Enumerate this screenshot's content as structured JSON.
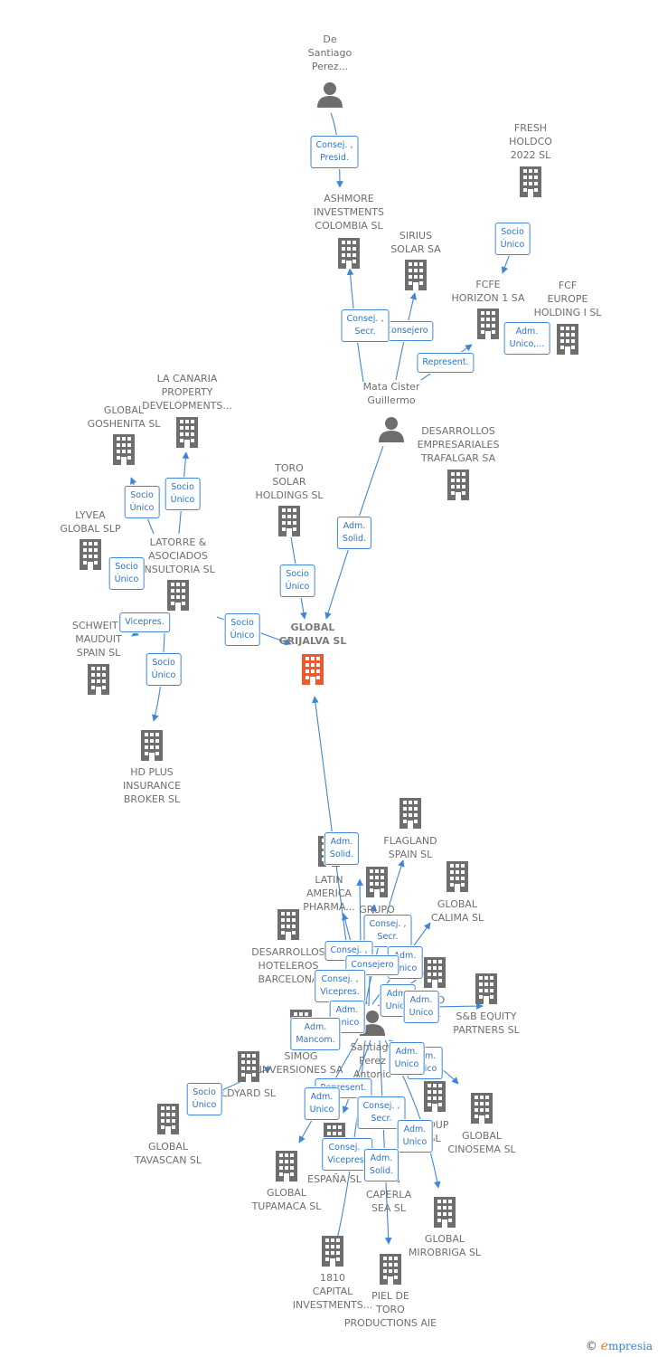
{
  "colors": {
    "edge": "#3f86d6",
    "node": "#6e6e6e",
    "focus": "#ee5a2e"
  },
  "brand": {
    "copyright": "©",
    "initial": "e",
    "text": "mpresia"
  },
  "nodes": [
    {
      "id": "desantiago",
      "label": "De\nSantiago\nPerez...",
      "kind": "person"
    },
    {
      "id": "ashmore",
      "label": "ASHMORE\nINVESTMENTS\nCOLOMBIA SL",
      "kind": "company"
    },
    {
      "id": "fresh",
      "label": "FRESH\nHOLDCO\n2022  SL",
      "kind": "company"
    },
    {
      "id": "sirius",
      "label": "SIRIUS\nSOLAR SA",
      "kind": "company"
    },
    {
      "id": "fcfeh",
      "label": "FCFE\nHORIZON 1 SA",
      "kind": "company"
    },
    {
      "id": "fcfeu",
      "label": "FCF\nEUROPE\nHOLDING I  SL",
      "kind": "company"
    },
    {
      "id": "mata",
      "label": "Mata Cister\nGuillermo",
      "kind": "person"
    },
    {
      "id": "desemp",
      "label": "DESARROLLOS\nEMPRESARIALES\nTRAFALGAR SA",
      "kind": "company"
    },
    {
      "id": "canaria",
      "label": "LA CANARIA\nPROPERTY\nDEVELOPMENTS...",
      "kind": "company"
    },
    {
      "id": "goshenita",
      "label": "GLOBAL\nGOSHENITA SL",
      "kind": "company"
    },
    {
      "id": "lyvea",
      "label": "LYVEA\nGLOBAL  SLP",
      "kind": "company"
    },
    {
      "id": "latorre",
      "label": "LATORRE &\nASOCIADOS\nINSULTORIA SL",
      "kind": "company"
    },
    {
      "id": "toro",
      "label": "TORO\nSOLAR\nHOLDINGS  SL",
      "kind": "company"
    },
    {
      "id": "grijalva",
      "label": "GLOBAL\nGRIJALVA  SL",
      "kind": "focus"
    },
    {
      "id": "schweitz",
      "label": "SCHWEITZ\nMAUDUIT\nSPAIN SL",
      "kind": "company"
    },
    {
      "id": "hdplus",
      "label": "HD PLUS\nINSURANCE\nBROKER  SL",
      "kind": "company"
    },
    {
      "id": "flagland",
      "label": "FLAGLAND\nSPAIN SL",
      "kind": "company"
    },
    {
      "id": "latin",
      "label": "LATIN\nAMERICA\nPHARMA...",
      "kind": "company"
    },
    {
      "id": "grupobio",
      "label": "GRUPO\nBIO",
      "kind": "company"
    },
    {
      "id": "calima",
      "label": "GLOBAL\nCALIMA SL",
      "kind": "company"
    },
    {
      "id": "deshot",
      "label": "DESARROLLOS\nHOTELEROS\nBARCELONA",
      "kind": "company"
    },
    {
      "id": "teo",
      "label": "TEO\nSL",
      "kind": "company"
    },
    {
      "id": "sb",
      "label": "S&B EQUITY\nPARTNERS  SL",
      "kind": "company"
    },
    {
      "id": "santiago",
      "label": "Santiago\nPerez\nAntonio",
      "kind": "person"
    },
    {
      "id": "simog",
      "label": "SIMOG\nINVERSIONES SA",
      "kind": "company"
    },
    {
      "id": "ldyard",
      "label": "LDYARD SL",
      "kind": "company"
    },
    {
      "id": "tavascan",
      "label": "GLOBAL\nTAVASCAN  SL",
      "kind": "company"
    },
    {
      "id": "group",
      "label": "ROUP\nSL",
      "kind": "company"
    },
    {
      "id": "cinosema",
      "label": "GLOBAL\nCINOSEMA SL",
      "kind": "company"
    },
    {
      "id": "cm",
      "label": "CM\nESPAÑA  SL",
      "kind": "company"
    },
    {
      "id": "tupamaca",
      "label": "GLOBAL\nTUPAMACA SL",
      "kind": "company"
    },
    {
      "id": "caperla",
      "label": "CAPERLA\nSEA SL",
      "kind": "company"
    },
    {
      "id": "mirobriga",
      "label": "GLOBAL\nMIROBRIGA SL",
      "kind": "company"
    },
    {
      "id": "capital1810",
      "label": "1810\nCAPITAL\nINVESTMENTS...",
      "kind": "company"
    },
    {
      "id": "piel",
      "label": "PIEL DE\nTORO\nPRODUCTIONS AIE",
      "kind": "company"
    }
  ],
  "badges": [
    {
      "id": "b1",
      "text": "Consej. ,\nPresid."
    },
    {
      "id": "b2",
      "text": "Socio\nÚnico"
    },
    {
      "id": "b3",
      "text": "Consejero"
    },
    {
      "id": "b4",
      "text": "Consej. ,\nSecr."
    },
    {
      "id": "b5",
      "text": "Adm.\nUnico,..."
    },
    {
      "id": "b6",
      "text": "Represent."
    },
    {
      "id": "b7",
      "text": "Adm.\nSolid."
    },
    {
      "id": "b8",
      "text": "Socio\nÚnico"
    },
    {
      "id": "b9",
      "text": "Socio\nÚnico"
    },
    {
      "id": "b10",
      "text": "Socio\nÚnico"
    },
    {
      "id": "b11",
      "text": "Socio\nÚnico"
    },
    {
      "id": "b12",
      "text": "Vicepres."
    },
    {
      "id": "b13",
      "text": "Socio\nÚnico"
    },
    {
      "id": "b14",
      "text": "Socio\nÚnico"
    },
    {
      "id": "b15",
      "text": "Adm.\nSolid."
    },
    {
      "id": "b16",
      "text": "Consej. ,\nSecr."
    },
    {
      "id": "b17",
      "text": "Consej. ,"
    },
    {
      "id": "b18",
      "text": "Adm.\nUnico"
    },
    {
      "id": "b19",
      "text": "Consejero"
    },
    {
      "id": "b20",
      "text": "Consej. ,\nVicepres."
    },
    {
      "id": "b21",
      "text": "Adm.\nUnico"
    },
    {
      "id": "b22",
      "text": "Adm.\nUnico"
    },
    {
      "id": "b23",
      "text": "Adm.\nUnico"
    },
    {
      "id": "b24",
      "text": "Adm.\nMancom."
    },
    {
      "id": "b25",
      "text": "Adm.\nUnico"
    },
    {
      "id": "b26",
      "text": "Adm.\nUnico"
    },
    {
      "id": "b27",
      "text": "Socio\nÚnico"
    },
    {
      "id": "b28",
      "text": "Represent."
    },
    {
      "id": "b29",
      "text": "Adm.\nUnico"
    },
    {
      "id": "b30",
      "text": "Consej. ,\nSecr."
    },
    {
      "id": "b31",
      "text": "Adm.\nUnico"
    },
    {
      "id": "b32",
      "text": "Consej. ,\nVicepres."
    },
    {
      "id": "b33",
      "text": "Adm.\nSolid."
    }
  ]
}
